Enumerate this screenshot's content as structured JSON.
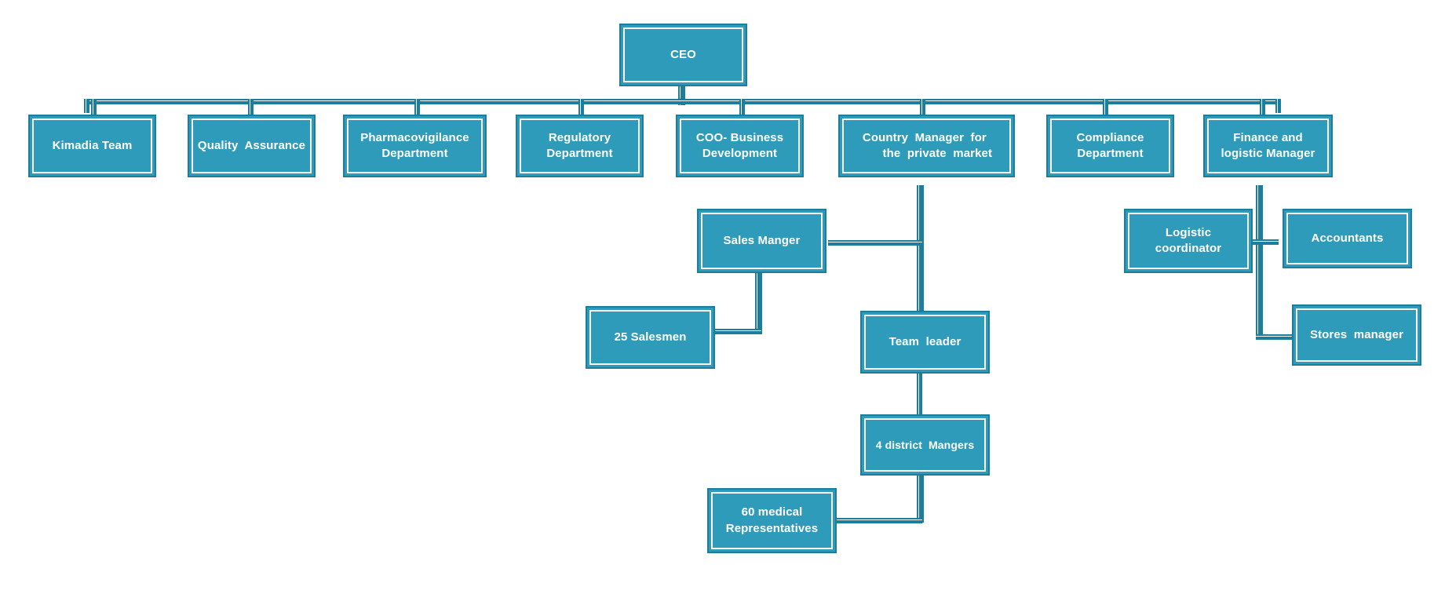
{
  "document": {
    "type": "organizational-chart",
    "title": "Company Organizational Chart",
    "background_color": "#FFFFFF"
  },
  "theme": {
    "node_fill": "#2E9BBA",
    "node_border": "#1C7E9C",
    "node_inner_border": "#FFFFFF",
    "text_color": "#FFFFFF",
    "connector_color": "#1C7E9C"
  },
  "chart_data": {
    "type": "diagram",
    "levels": 5,
    "node_count": 17
  },
  "nodes": {
    "ceo": {
      "label": "CEO"
    },
    "kimadia_team": {
      "label": "Kimadia Team"
    },
    "quality_assurance": {
      "label": "Quality  Assurance"
    },
    "pharmacovigilance": {
      "label": "Pharmacovigilance\nDepartment"
    },
    "regulatory": {
      "label": "Regulatory\nDepartment"
    },
    "coo_business_dev": {
      "label": "COO- Business\nDevelopment"
    },
    "country_manager": {
      "label": "Country  Manager  for\n      the  private  market"
    },
    "compliance": {
      "label": "Compliance\nDepartment"
    },
    "finance_logistic": {
      "label": "Finance  and\nlogistic  Manager"
    },
    "sales_manger": {
      "label": "Sales Manger"
    },
    "salesmen": {
      "label": "25 Salesmen"
    },
    "team_leader": {
      "label": "Team  leader"
    },
    "district_mangers": {
      "label": "4 district  Mangers"
    },
    "medical_reps": {
      "label": "60  medical\nRepresentatives"
    },
    "logistic_coordinator": {
      "label": "Logistic\ncoordinator"
    },
    "accountants": {
      "label": "Accountants"
    },
    "stores_manager": {
      "label": "Stores  manager"
    }
  }
}
